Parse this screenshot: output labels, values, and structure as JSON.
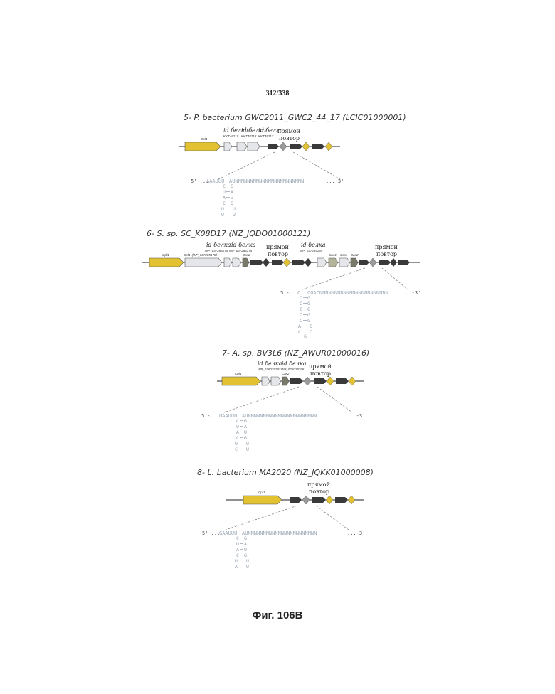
{
  "page_number": "312/338",
  "caption": "Фиг. 106B",
  "colors": {
    "cpf1": "#e3c232",
    "cas": "#e4e6ea",
    "dark": "#3a3a3a",
    "diamond_gray": "#9a9a9a",
    "diamond_gold": "#e3c232",
    "seq": "#9aa8b6"
  },
  "panels": [
    {
      "title": "5- P. bacterium GWC2011_GWC2_44_17 (LCIC01000001)",
      "cpf1_label": "Cpf1",
      "id_label_1": "id белка",
      "id_sub_1": "KKT48219",
      "id_label_2": "id белка",
      "id_sub_2": "KKT48218",
      "id_label_3": "id белка",
      "id_sub_3": "KKT48217",
      "dr_line1": "прямой",
      "dr_line2": "повтор",
      "seq_5": "5'-...",
      "seq_left": "AAAUUU",
      "seq_right": "AUNNNNNNNNNNNNNNNNNNNNNNN",
      "seq_3": "...-3'"
    },
    {
      "title": "6- S. sp. SC_K08D17 (NZ_JQDO01000121)",
      "cpf1_label": "Cpf1",
      "cpf1b_label": "Cpf1' (WP_037285178)",
      "id_label_1": "id белка",
      "id_sub_1": "WP_037285175",
      "id_label_2": "id белка",
      "id_sub_2": "WP_037285174",
      "cas2_label": "Cas2",
      "dr_line1": "прямой",
      "dr_line2": "повтор",
      "id_label_3": "id белка",
      "id_sub_3": "WP_037285165",
      "cas4_label": "Cas4",
      "cas1_label": "Cas1",
      "cas2b_label": "Cas2",
      "dr2_line1": "прямой",
      "dr2_line2": "повтор",
      "seq_5": "5'-...",
      "seq_left": "C",
      "seq_right": "CGACNNNNNNNNNNNNNNNNNNNNNNN",
      "seq_3": "...-3'"
    },
    {
      "title": "7- A. sp. BV3L6 (NZ_AWUR01000016)",
      "id_label_1": "id белка",
      "id_sub_1": "WP_026029297",
      "id_label_2": "id белка",
      "id_sub_2": "WP_026029296",
      "cas2_label": "Cas2",
      "cpf1_label": "Cpf1",
      "dr_line1": "прямой",
      "dr_line2": "повтор",
      "seq_5": "5'-...",
      "seq_left": "UAAUUU",
      "seq_right": "AUNNNNNNNNNNNNNNNNNNNNNNN",
      "seq_3": "...-3'"
    },
    {
      "title": "8- L. bacterium MA2020 (NZ_JQKK01000008)",
      "cpf1_label": "Cpf1",
      "dr_line1": "прямой",
      "dr_line2": "повтор",
      "seq_5": "5'-...",
      "seq_left": "GAAUUU",
      "seq_right": "AUNNNNNNNNNNNNNNNNNNNNNNN",
      "seq_3": "...-3'"
    }
  ],
  "stems": [
    {
      "left": [
        "C",
        "U",
        "A",
        "C"
      ],
      "right": [
        "G",
        "A",
        "U",
        "G"
      ],
      "loop": [
        "U",
        "U",
        "U",
        "U"
      ]
    },
    {
      "left": [
        "C",
        "C",
        "C",
        "C",
        "C"
      ],
      "right": [
        "G",
        "G",
        "G",
        "G",
        "G"
      ],
      "loop": [
        "A",
        "C",
        "C",
        "C",
        "G"
      ]
    },
    {
      "left": [
        "C",
        "U",
        "A",
        "C"
      ],
      "right": [
        "G",
        "A",
        "U",
        "G"
      ],
      "loop": [
        "U",
        "U",
        "C",
        "U"
      ]
    },
    {
      "left": [
        "C",
        "U",
        "A",
        "C"
      ],
      "right": [
        "G",
        "A",
        "U",
        "G"
      ],
      "loop": [
        "U",
        "U",
        "A",
        "U"
      ]
    }
  ]
}
